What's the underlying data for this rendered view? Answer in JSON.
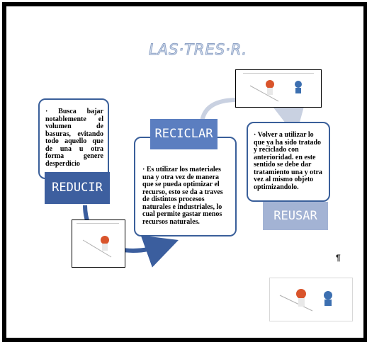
{
  "title": "LAS·TRES·R.",
  "reducir": {
    "label": "REDUCIR",
    "text": "Busca bajar notablemente el volumen de basuras, evitando todo aquello que de una u otra forma genere desperdicio"
  },
  "reciclar": {
    "label": "RECICLAR",
    "text": "Es utilizar los materiales una y otra vez de manera que se pueda optimizar el recurso, esto se da a traves de distintos procesos naturales e industriales, lo cual permite gastar menos recursos naturales."
  },
  "reusar": {
    "label": "REUSAR",
    "text": "Volver a utilizar lo que ya ha sido tratado y reciclado con anterioridad. en este sentido se debe dar tratamiento una y otra vez al mismo objeto optimizandolo."
  },
  "pilcrow": "¶",
  "colors": {
    "reducir_label": "#3d5f9f",
    "reciclar_label": "#5b7ec0",
    "reusar_label": "#a3b3d4",
    "arrow_dark": "#3b5e9e",
    "arrow_light": "#c9d1e1",
    "text_border": "#3a5f9a"
  },
  "icons": {
    "picture": "cartoon-kids-icon"
  }
}
